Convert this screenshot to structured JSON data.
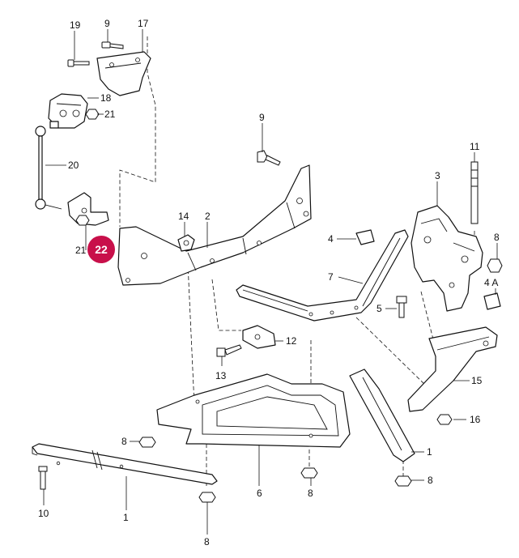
{
  "diagram": {
    "callouts": {
      "c19": "19",
      "c9_top": "9",
      "c17": "17",
      "c18": "18",
      "c21_top": "21",
      "c20": "20",
      "c21_bottom": "21",
      "c22": "22",
      "c9_mid": "9",
      "c11": "11",
      "c3": "3",
      "c14": "14",
      "c2": "2",
      "c4": "4",
      "c8_right": "8",
      "c7": "7",
      "c4a": "4 A",
      "c5": "5",
      "c12": "12",
      "c13": "13",
      "c15": "15",
      "c16": "16",
      "c8_left": "8",
      "c1_right": "1",
      "c6": "6",
      "c8_center": "8",
      "c8_right_bottom": "8",
      "c10": "10",
      "c1_bottom": "1",
      "c8_bottom": "8"
    },
    "colors": {
      "line": "#111111",
      "background": "#ffffff",
      "highlight": "#c8104a",
      "highlight_text": "#ffffff"
    }
  }
}
